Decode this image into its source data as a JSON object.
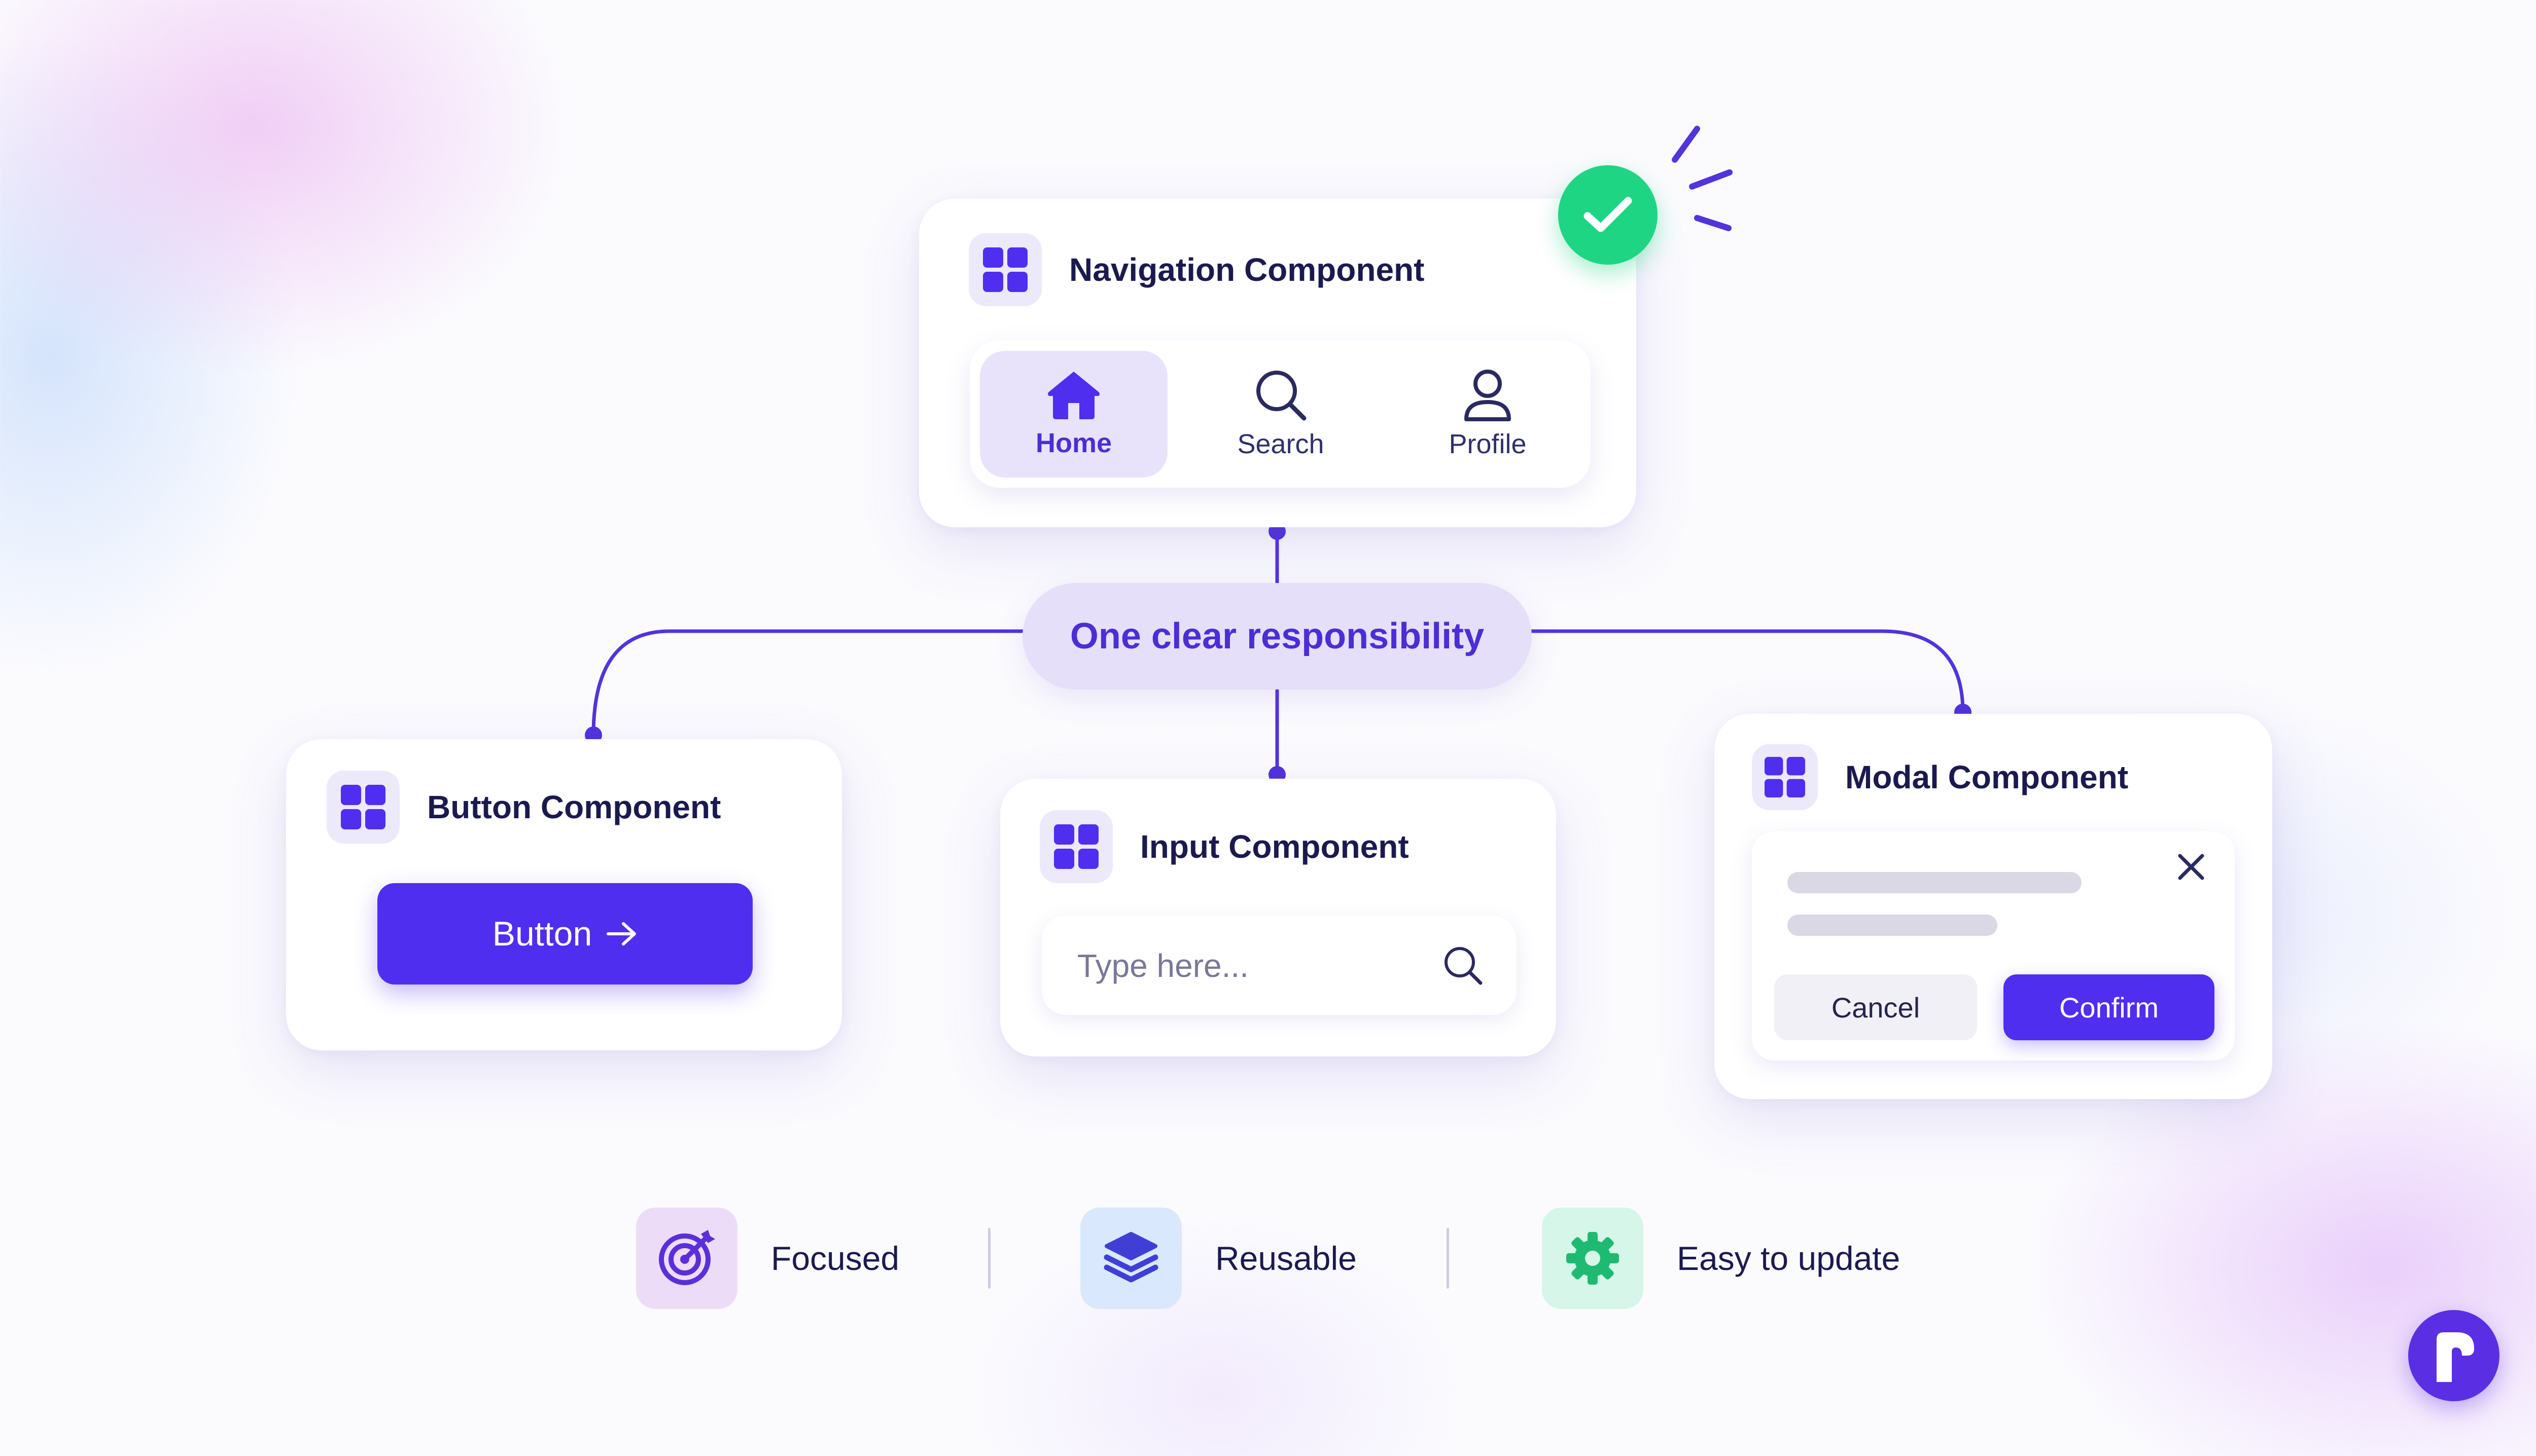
{
  "diagram": {
    "navigation": {
      "title": "Navigation Component",
      "items": [
        {
          "label": "Home",
          "icon": "home-icon",
          "active": true
        },
        {
          "label": "Search",
          "icon": "search-icon",
          "active": false
        },
        {
          "label": "Profile",
          "icon": "profile-icon",
          "active": false
        }
      ]
    },
    "center_label": "One clear responsibility",
    "button_component": {
      "title": "Button Component",
      "button_label": "Button"
    },
    "input_component": {
      "title": "Input Component",
      "placeholder": "Type here..."
    },
    "modal_component": {
      "title": "Modal Component",
      "cancel_label": "Cancel",
      "confirm_label": "Confirm"
    },
    "features": [
      {
        "label": "Focused",
        "icon": "target-icon"
      },
      {
        "label": "Reusable",
        "icon": "layers-icon"
      },
      {
        "label": "Easy to update",
        "icon": "gear-icon"
      }
    ]
  },
  "colors": {
    "accent": "#4f2ef0",
    "accent_soft": "#e5dff9",
    "success": "#1ed584",
    "text_dark": "#1b1a4f",
    "connector": "#5233dc"
  }
}
